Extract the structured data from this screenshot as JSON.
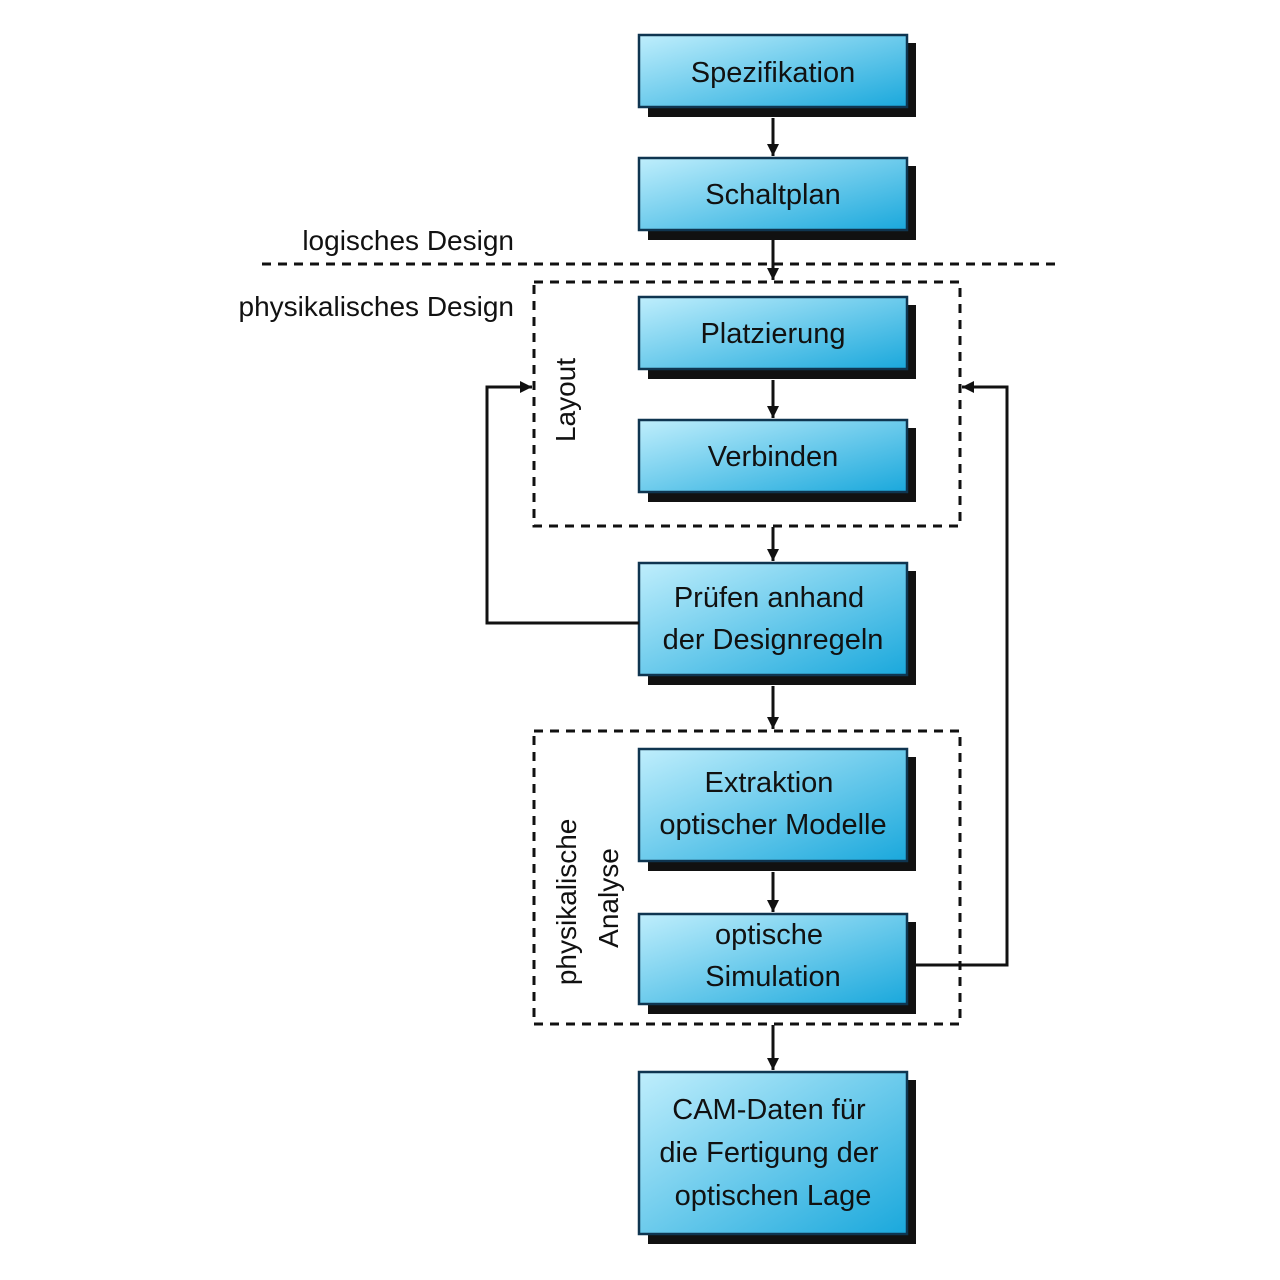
{
  "diagram": {
    "separator_labels": {
      "upper": "logisches Design",
      "lower": "physikalisches Design"
    },
    "groups": {
      "layout": {
        "label_lines": [
          "Layout"
        ]
      },
      "analysis": {
        "label_lines": [
          "physikalische",
          "Analyse"
        ]
      }
    },
    "steps": {
      "specification": {
        "lines": [
          "Spezifikation"
        ]
      },
      "schematic": {
        "lines": [
          "Schaltplan"
        ]
      },
      "placement": {
        "lines": [
          "Platzierung"
        ]
      },
      "routing": {
        "lines": [
          "Verbinden"
        ]
      },
      "drc": {
        "lines": [
          "Prüfen anhand",
          "der Designregeln"
        ]
      },
      "extraction": {
        "lines": [
          "Extraktion",
          "optischer Modelle"
        ]
      },
      "simulation": {
        "lines": [
          "optische",
          "Simulation"
        ]
      },
      "cam": {
        "lines": [
          "CAM-Daten für",
          "die Fertigung der",
          "optischen Lage"
        ]
      }
    },
    "colors": {
      "box_fill_light": "#bfeefc",
      "box_fill_dark": "#1aa8dc",
      "box_border": "#0f3550",
      "shadow": "#111111",
      "line": "#111111",
      "text": "#111111"
    }
  }
}
